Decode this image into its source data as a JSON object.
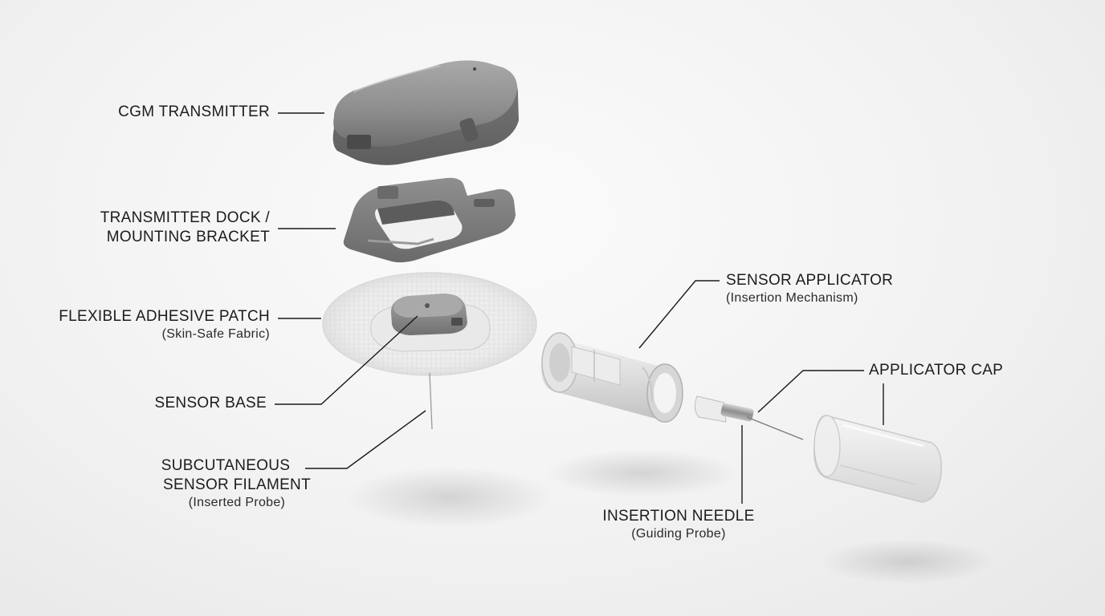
{
  "labels": {
    "cgm_transmitter": {
      "title": "CGM TRANSMITTER"
    },
    "transmitter_dock": {
      "line1": "TRANSMITTER DOCK /",
      "line2": "MOUNTING BRACKET"
    },
    "adhesive_patch": {
      "title": "FLEXIBLE ADHESIVE PATCH",
      "subtitle": "(Skin-Safe Fabric)"
    },
    "sensor_base": {
      "title": "SENSOR BASE"
    },
    "sensor_filament": {
      "line1": "SUBCUTANEOUS",
      "line2": "SENSOR FILAMENT",
      "subtitle": "(Inserted Probe)"
    },
    "sensor_applicator": {
      "title": "SENSOR APPLICATOR",
      "subtitle": "(Insertion Mechanism)"
    },
    "applicator_cap": {
      "title": "APPLICATOR CAP"
    },
    "insertion_needle": {
      "title": "INSERTION NEEDLE",
      "subtitle": "(Guiding Probe)"
    }
  },
  "colors": {
    "background": "#f2f2f2",
    "component_gray": "#8a8a8a",
    "dock_gray": "#7e7e7e",
    "translucent_white": "#e6e6e6",
    "leader_line": "#1a1a1a"
  }
}
